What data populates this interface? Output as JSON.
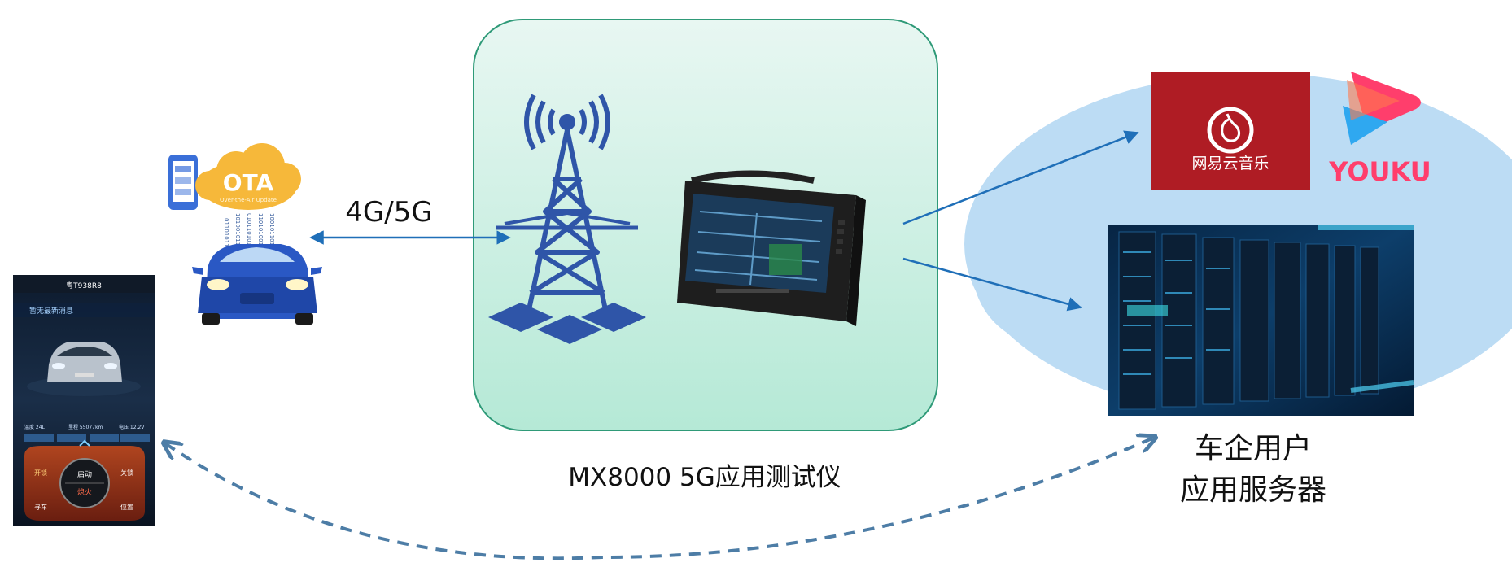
{
  "link_label": "4G/5G",
  "tester": {
    "caption": "MX8000 5G应用测试仪"
  },
  "server": {
    "line1": "车企用户",
    "line2": "应用服务器"
  },
  "ota": {
    "title": "OTA",
    "subtitle": "Over-the-Air Update"
  },
  "apps": {
    "netease_name": "网易云音乐",
    "youku_name": "YOUKU"
  },
  "phone": {
    "plate": "粤T938R8",
    "notice": "暂无最新消息",
    "status": [
      "温度 24L",
      "里程 55077km",
      "电压 12.2V"
    ],
    "buttons": [
      "开锁",
      "关锁",
      "寻车",
      "位置"
    ],
    "center_top": "启动",
    "center_bottom": "熄火"
  },
  "colors": {
    "arrow": "#1f6fb8",
    "dashed": "#4d7da6",
    "tester_bg_top": "#e6f6f1",
    "tester_bg_bottom": "#b8ead8",
    "cloud": "#bcdcf4",
    "tower": "#2f55a8",
    "netease": "#c8202a",
    "youku": "#ff3e6c"
  }
}
